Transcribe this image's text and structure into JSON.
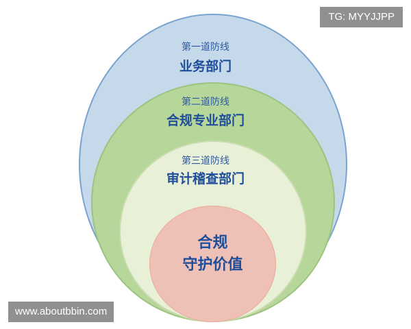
{
  "diagram": {
    "layers": [
      {
        "sub": "第一道防线",
        "main": "业务部门",
        "color": "#c5d9ea"
      },
      {
        "sub": "第二道防线",
        "main": "合规专业部门",
        "color": "#b7d69a"
      },
      {
        "sub": "第三道防线",
        "main": "审计稽查部门",
        "color": "#e9f0d8"
      }
    ],
    "core": {
      "line1": "合规",
      "line2": "守护价值",
      "color": "#efc1b6"
    }
  },
  "watermarks": {
    "tg": "TG: MYYJJPP",
    "site": "www.aboutbbin.com"
  }
}
